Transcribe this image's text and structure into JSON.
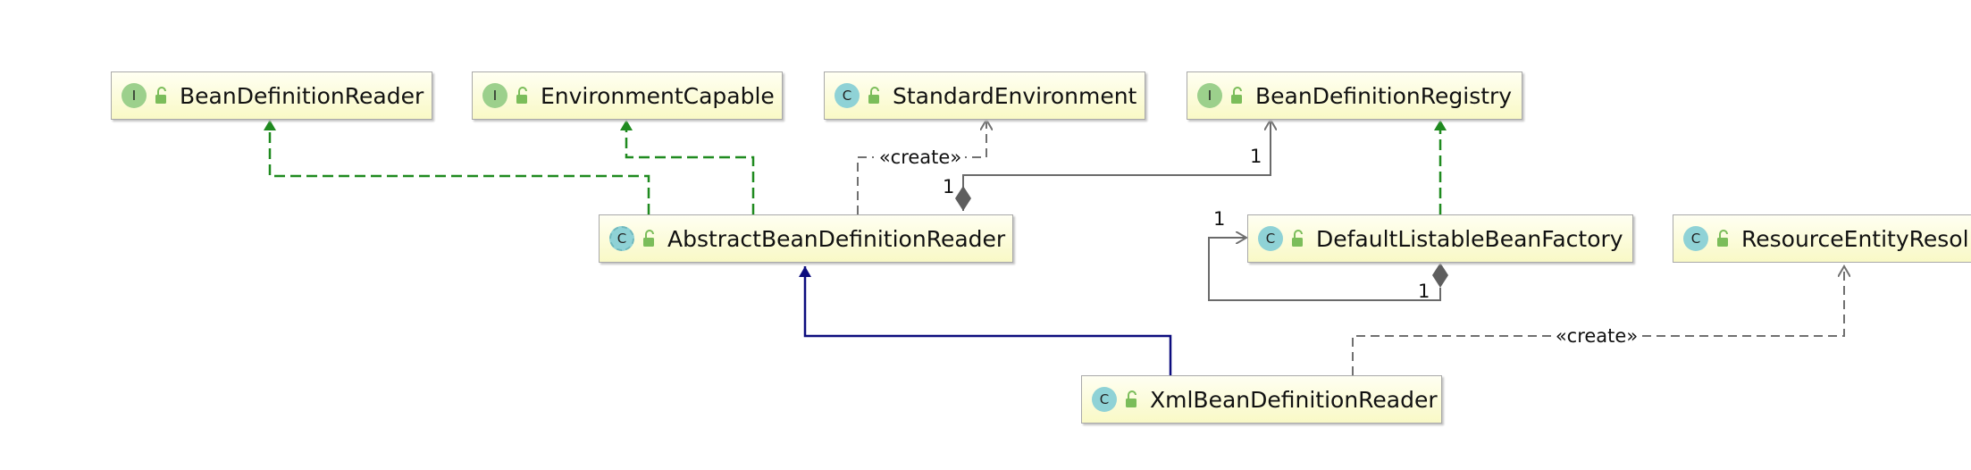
{
  "colors": {
    "realization": "#1f8a1f",
    "inheritance": "#0c0c7e",
    "dependency": "#707070",
    "composition": "#6a6a6a",
    "node_fill_top": "#fffff2",
    "node_fill_bottom": "#f9f9c6",
    "badge_interface": "#9cd08c",
    "badge_class": "#8fd2d6"
  },
  "nodes": [
    {
      "id": "bean-definition-reader",
      "kind": "interface",
      "badge": "I",
      "label": "BeanDefinitionReader"
    },
    {
      "id": "environment-capable",
      "kind": "interface",
      "badge": "I",
      "label": "EnvironmentCapable"
    },
    {
      "id": "standard-environment",
      "kind": "class",
      "badge": "C",
      "label": "StandardEnvironment"
    },
    {
      "id": "bean-definition-registry",
      "kind": "interface",
      "badge": "I",
      "label": "BeanDefinitionRegistry"
    },
    {
      "id": "abstract-bean-definition-reader",
      "kind": "abstract-class",
      "badge": "C",
      "label": "AbstractBeanDefinitionReader"
    },
    {
      "id": "default-listable-bean-factory",
      "kind": "class",
      "badge": "C",
      "label": "DefaultListableBeanFactory"
    },
    {
      "id": "resource-entity-resolver",
      "kind": "class",
      "badge": "C",
      "label": "ResourceEntityResol"
    },
    {
      "id": "xml-bean-definition-reader",
      "kind": "class",
      "badge": "C",
      "label": "XmlBeanDefinitionReader"
    }
  ],
  "edges": [
    {
      "type": "realization",
      "from": "abstract-bean-definition-reader",
      "to": "bean-definition-reader"
    },
    {
      "type": "realization",
      "from": "abstract-bean-definition-reader",
      "to": "environment-capable"
    },
    {
      "type": "dependency",
      "from": "abstract-bean-definition-reader",
      "to": "standard-environment",
      "label": "«create»"
    },
    {
      "type": "composition",
      "from": "abstract-bean-definition-reader",
      "to": "bean-definition-registry",
      "source_multiplicity": "1",
      "target_multiplicity": "1"
    },
    {
      "type": "realization",
      "from": "default-listable-bean-factory",
      "to": "bean-definition-registry"
    },
    {
      "type": "composition",
      "from": "default-listable-bean-factory",
      "to": "default-listable-bean-factory",
      "source_multiplicity": "1",
      "target_multiplicity": "1"
    },
    {
      "type": "inheritance",
      "from": "xml-bean-definition-reader",
      "to": "abstract-bean-definition-reader"
    },
    {
      "type": "dependency",
      "from": "xml-bean-definition-reader",
      "to": "resource-entity-resolver",
      "label": "«create»"
    }
  ]
}
